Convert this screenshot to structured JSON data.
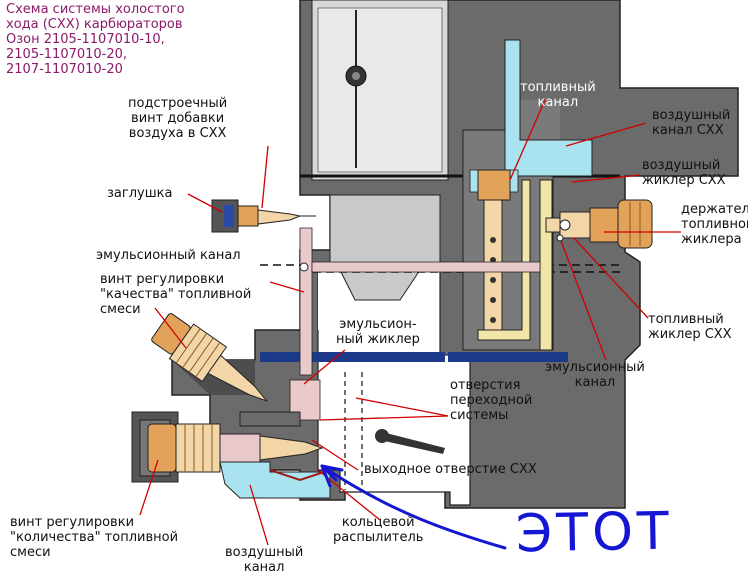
{
  "title_lines": [
    "Схема системы холостого",
    "хода (СХХ) карбюраторов",
    "Озон 2105-1107010-10,",
    "2105-1107010-20,",
    "2107-1107010-20"
  ],
  "labels": {
    "air_screw": [
      "подстроечный",
      "винт добавки",
      "воздуха в СХХ"
    ],
    "plug": [
      "заглушка"
    ],
    "emulsion_channel_left": [
      "эмульсионный канал"
    ],
    "quality_screw": [
      "винт регулировки",
      "\"качества\" топливной",
      "смеси"
    ],
    "emulsion_jet": [
      "эмульсион-",
      "ный жиклер"
    ],
    "transition_holes": [
      "отверстия",
      "переходной",
      "системы"
    ],
    "outlet_hole": [
      "выходное отверстие СХХ"
    ],
    "quantity_screw": [
      "винт регулировки",
      "\"количества\" топливной",
      "смеси"
    ],
    "air_channel_bottom": [
      "воздушный",
      "канал"
    ],
    "ring_sprayer": [
      "кольцевой",
      "распылитель"
    ],
    "fuel_channel_top": [
      "топливный",
      "канал"
    ],
    "air_channel_top": [
      "воздушный",
      "канал СХХ"
    ],
    "air_jet": [
      "воздушный",
      "жиклер СХХ"
    ],
    "jet_holder": [
      "держатель",
      "топливного",
      "жиклера"
    ],
    "fuel_jet": [
      "топливный",
      "жиклер СХХ"
    ],
    "emulsion_channel_right": [
      "эмульсионный",
      "канал"
    ]
  },
  "handwritten_note": "ЭТОТ",
  "colors": {
    "body": "#6b6b6b",
    "body_light": "#9a9a9a",
    "fuel_channel": "#f1e6a8",
    "air_channel": "#a9e3ef",
    "emulsion": "#e9c9c9",
    "brass": "#e3a25a",
    "leader": "#d20000",
    "seal": "#1c3a8a",
    "title": "#8b1a6b",
    "annotation": "#1515d4"
  }
}
